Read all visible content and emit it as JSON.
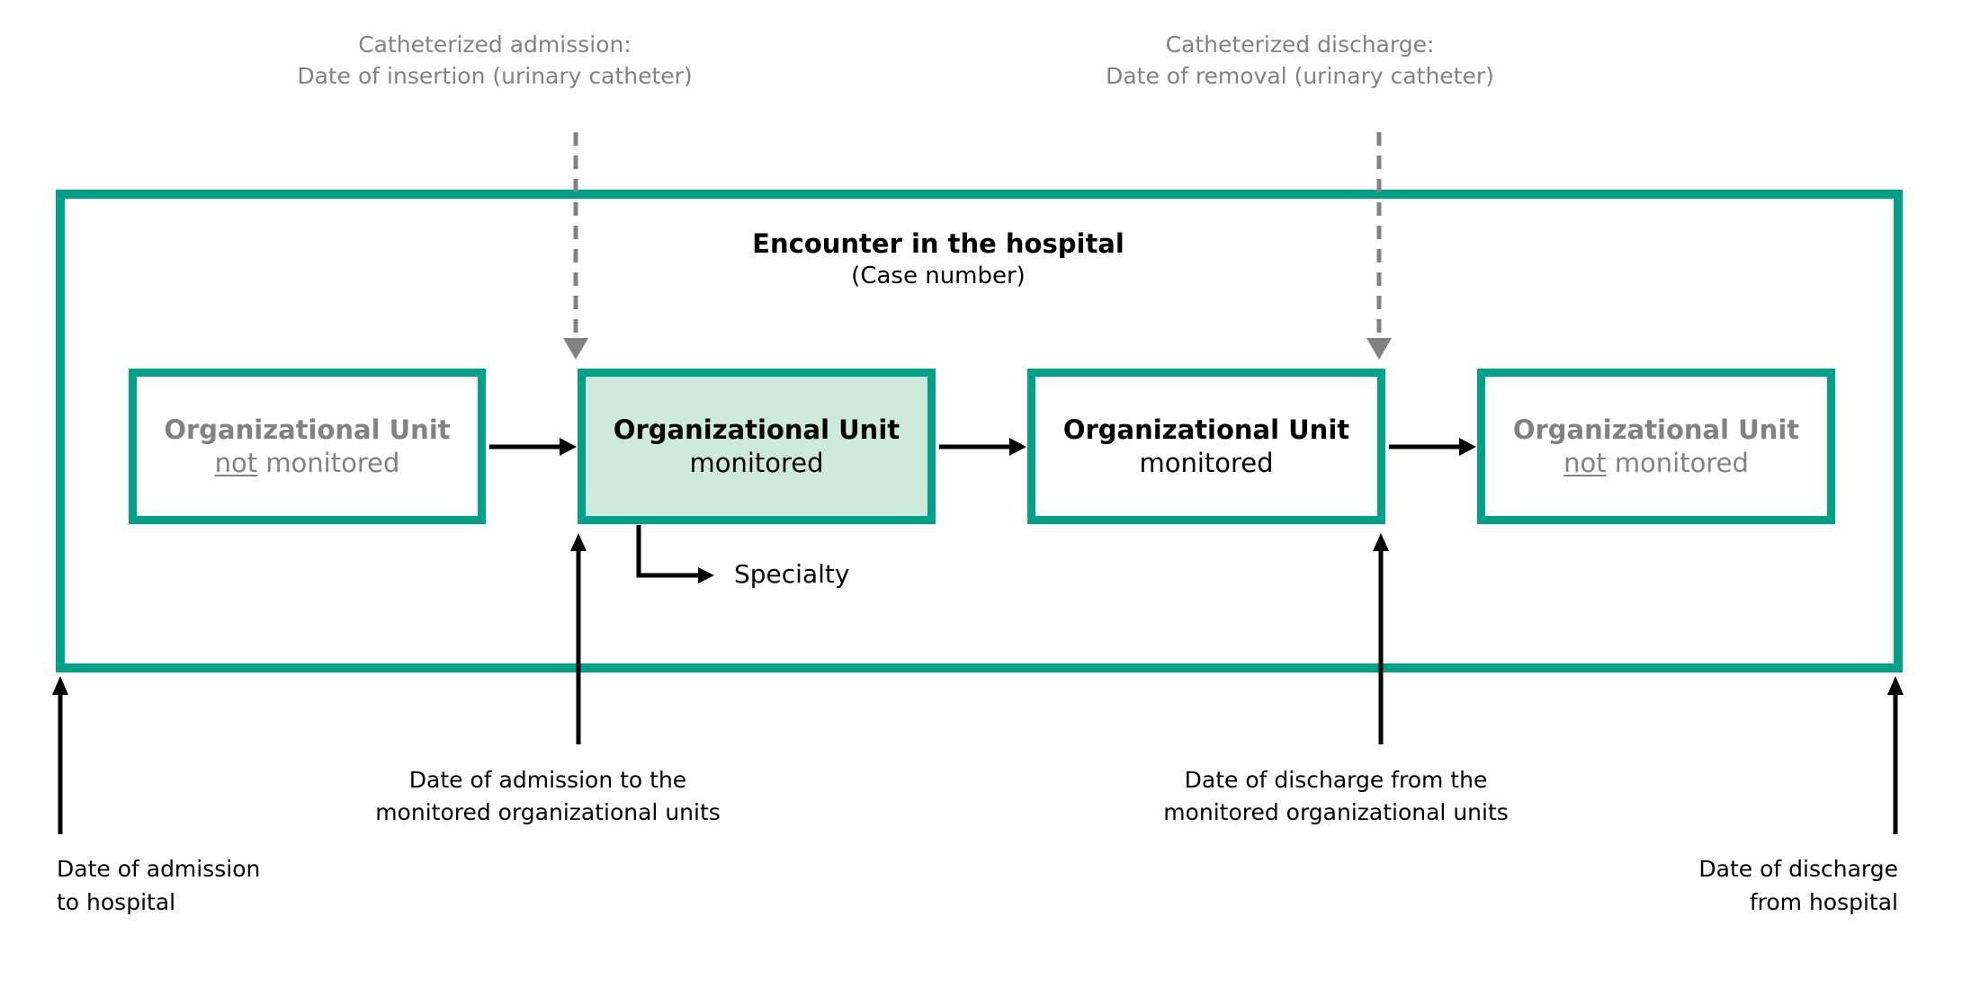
{
  "colors": {
    "teal": "#00a188",
    "unit-fill": "#cdeada",
    "gray": "#828282",
    "black": "#000000"
  },
  "top_annotations": {
    "catheterized_admission": {
      "line1": "Catheterized admission:",
      "line2": "Date of insertion (urinary catheter)"
    },
    "catheterized_discharge": {
      "line1": "Catheterized discharge:",
      "line2": "Date of removal (urinary catheter)"
    }
  },
  "encounter": {
    "title": "Encounter in the hospital",
    "subtitle": "(Case number)"
  },
  "units": [
    {
      "title": "Organizational Unit",
      "modifier": "not",
      "label": "monitored"
    },
    {
      "title": "Organizational Unit",
      "modifier": "",
      "label": "monitored"
    },
    {
      "title": "Organizational Unit",
      "modifier": "",
      "label": "monitored"
    },
    {
      "title": "Organizational Unit",
      "modifier": "not",
      "label": "monitored"
    }
  ],
  "specialty_label": "Specialty",
  "bottom_annotations": {
    "admission_monitored": {
      "line1": "Date of admission to the",
      "line2": "monitored organizational units"
    },
    "discharge_monitored": {
      "line1": "Date of discharge from the",
      "line2": "monitored organizational units"
    },
    "admission_hospital": {
      "line1": "Date of admission",
      "line2": "to hospital"
    },
    "discharge_hospital": {
      "line1": "Date of discharge",
      "line2": "from hospital"
    }
  }
}
